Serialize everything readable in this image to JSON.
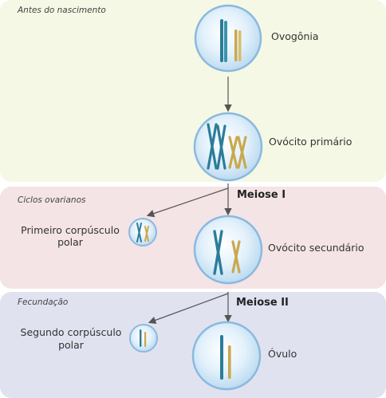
{
  "diagram": {
    "panels": [
      {
        "title": "Antes do nascimento",
        "color": "#f5f8e4"
      },
      {
        "title": "Ciclos ovarianos",
        "color": "#f4e4e6"
      },
      {
        "title": "Fecundação",
        "color": "#e1e2f0"
      }
    ],
    "cells": {
      "ovogonia": "Ovogônia",
      "ovocito_primario": "Ovócito primário",
      "primeiro_corpusculo": [
        "Primeiro corpúsculo",
        "polar"
      ],
      "ovocito_secundario": "Ovócito secundário",
      "segundo_corpusculo": [
        "Segundo corpúsculo",
        "polar"
      ],
      "ovulo": "Óvulo"
    },
    "divisions": {
      "meiose_1": "Meiose I",
      "meiose_2": "Meiose II"
    },
    "colors": {
      "cell_fill": "#d2e8f8",
      "cell_rim": "#8ab9df",
      "chromosome_teal": "#2b7d99",
      "chromosome_gold": "#c9a94f",
      "arrow": "#555555"
    }
  }
}
